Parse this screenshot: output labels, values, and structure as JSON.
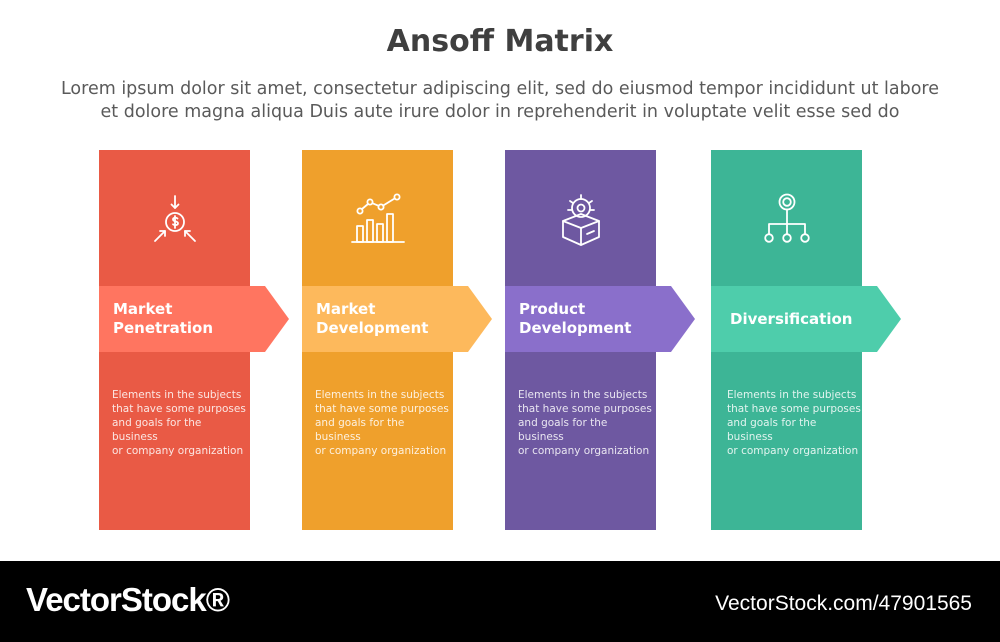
{
  "header": {
    "title": "Ansoff Matrix",
    "subtitle_line1": "Lorem ipsum dolor sit amet, consectetur adipiscing elit, sed do eiusmod tempor incididunt ut labore",
    "subtitle_line2": "et dolore magna aliqua Duis aute irure dolor in reprehenderit in voluptate velit esse sed do"
  },
  "columns": [
    {
      "label_line1": "Market",
      "label_line2": "Penetration",
      "icon": "dollar-arrows-icon",
      "desc_lines": [
        "Elements in the subjects",
        "that have some purposes",
        "and goals for the business",
        "or company organization"
      ],
      "color_column": "#E95A45",
      "color_arrow": "#FF7560"
    },
    {
      "label_line1": "Market",
      "label_line2": "Development",
      "icon": "growth-chart-icon",
      "desc_lines": [
        "Elements in the subjects",
        "that have some purposes",
        "and goals for the business",
        "or company organization"
      ],
      "color_column": "#EFA02C",
      "color_arrow": "#FDB95C"
    },
    {
      "label_line1": "Product",
      "label_line2": "Development",
      "icon": "box-gear-icon",
      "desc_lines": [
        "Elements in the subjects",
        "that have some purposes",
        "and goals for the business",
        "or company organization"
      ],
      "color_column": "#6E58A1",
      "color_arrow": "#8A6FCB"
    },
    {
      "label_line1": "Diversification",
      "label_line2": "",
      "icon": "hierarchy-icon",
      "desc_lines": [
        "Elements in the subjects",
        "that have some purposes",
        "and goals for the business",
        "or company organization"
      ],
      "color_column": "#3DB596",
      "color_arrow": "#4ECDAB"
    }
  ],
  "footer": {
    "brand": "VectorStock®",
    "image_id": "VectorStock.com/47901565"
  }
}
